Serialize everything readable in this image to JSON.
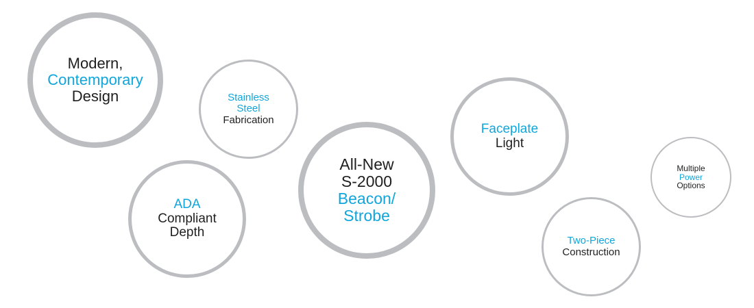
{
  "features": [
    {
      "lines": [
        {
          "text": "Modern,",
          "color": "dark"
        },
        {
          "text": "Contemporary",
          "color": "blue"
        },
        {
          "text": "Design",
          "color": "dark"
        }
      ]
    },
    {
      "lines": [
        {
          "text": "Stainless",
          "color": "blue"
        },
        {
          "text": "Steel",
          "color": "blue"
        },
        {
          "text": "Fabrication",
          "color": "dark"
        }
      ]
    },
    {
      "lines": [
        {
          "text": "ADA",
          "color": "blue"
        },
        {
          "text": "Compliant",
          "color": "dark"
        },
        {
          "text": "Depth",
          "color": "dark"
        }
      ]
    },
    {
      "lines": [
        {
          "text": "All-New",
          "color": "dark"
        },
        {
          "text": "S-2000",
          "color": "dark"
        },
        {
          "text": "Beacon/",
          "color": "blue"
        },
        {
          "text": "Strobe",
          "color": "blue"
        }
      ]
    },
    {
      "lines": [
        {
          "text": "Faceplate",
          "color": "blue"
        },
        {
          "text": "Light",
          "color": "dark"
        }
      ]
    },
    {
      "lines": [
        {
          "text": "Two-Piece",
          "color": "blue"
        },
        {
          "text": "Construction",
          "color": "dark"
        }
      ]
    },
    {
      "lines": [
        {
          "text": "Multiple",
          "color": "dark"
        },
        {
          "text": "Power",
          "color": "blue"
        },
        {
          "text": "Options",
          "color": "dark"
        }
      ]
    }
  ],
  "colors": {
    "accent": "#10a6dc",
    "text": "#1f1f1f",
    "ring": "#bcbdc0"
  }
}
